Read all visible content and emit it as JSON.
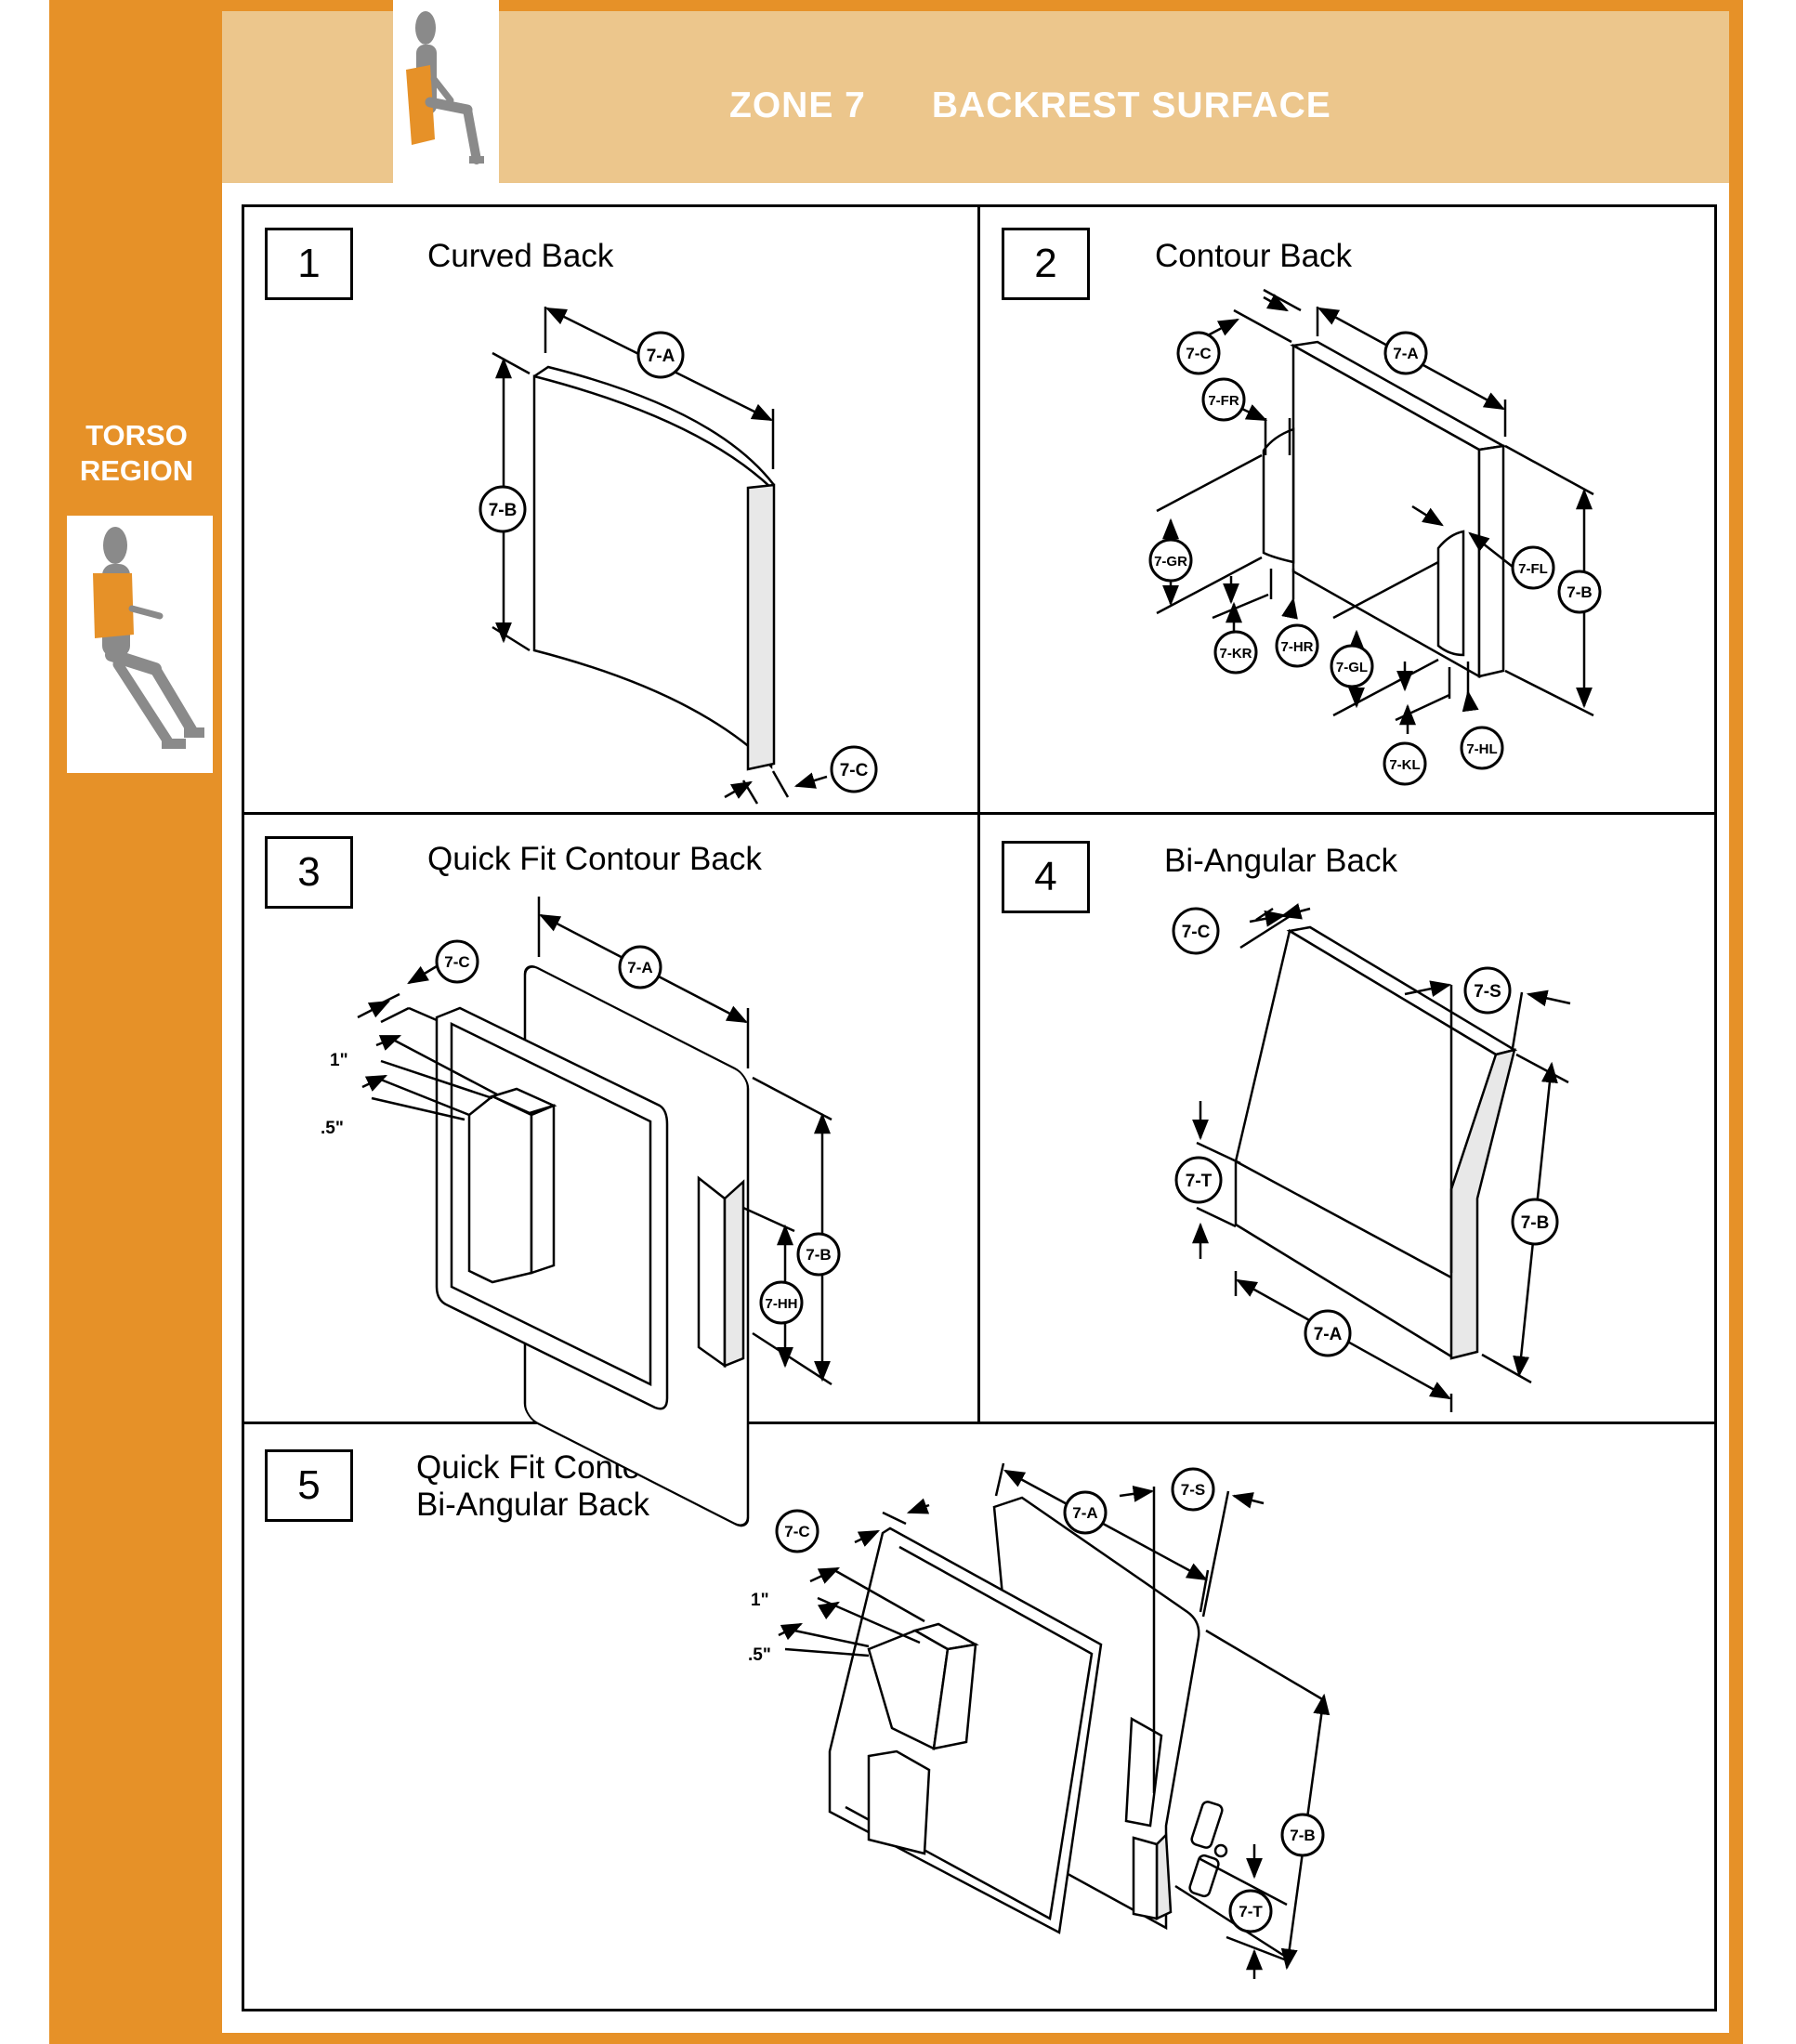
{
  "header": {
    "zone": "ZONE 7",
    "title": "BACKREST SURFACE",
    "colors": {
      "frame": "#E69128",
      "header_band": "#ECC68C"
    }
  },
  "sidebar": {
    "region_line1": "TORSO",
    "region_line2": "REGION"
  },
  "panels": [
    {
      "number": "1",
      "title": "Curved Back"
    },
    {
      "number": "2",
      "title": "Contour Back"
    },
    {
      "number": "3",
      "title": "Quick Fit Contour Back"
    },
    {
      "number": "4",
      "title": "Bi-Angular Back"
    },
    {
      "number": "5",
      "title": "Quick Fit Contour/",
      "title2": "Bi-Angular Back"
    }
  ],
  "labels": {
    "a": "7-A",
    "b": "7-B",
    "c": "7-C",
    "s": "7-S",
    "t": "7-T",
    "fr": "7-FR",
    "fl": "7-FL",
    "gr": "7-GR",
    "gl": "7-GL",
    "kr": "7-KR",
    "kl": "7-KL",
    "hr": "7-HR",
    "hl": "7-HL",
    "hh": "7-HH",
    "inch1": "1\"",
    "inch_half": ".5\""
  }
}
